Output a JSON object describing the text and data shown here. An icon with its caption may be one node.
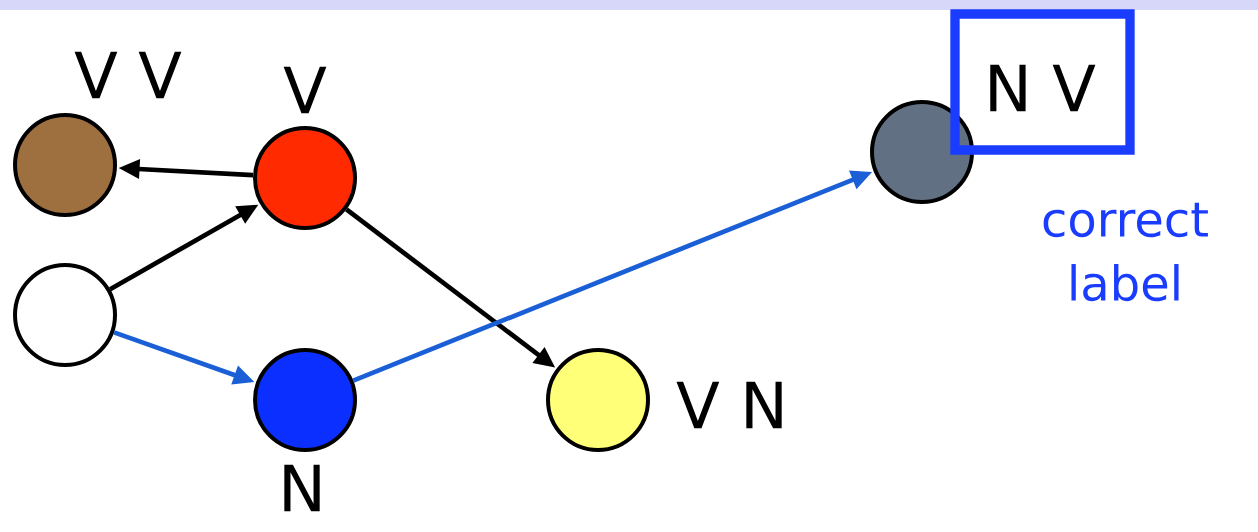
{
  "diagram": {
    "nodes": [
      {
        "text": [],
        "shape": "circle",
        "beside": [
          "V V"
        ]
      },
      {
        "text": [],
        "shape": "circle",
        "beside": [
          "V"
        ]
      },
      {
        "text": [],
        "shape": "circle"
      },
      {
        "text": [],
        "shape": "circle",
        "beside": [
          "N"
        ]
      },
      {
        "text": [],
        "shape": "circle",
        "beside": [
          "V N"
        ]
      },
      {
        "text": [],
        "shape": "circle",
        "beside": [
          "N V"
        ]
      }
    ],
    "edges": [
      {
        "from": 1,
        "to": 0,
        "arrow": "to"
      },
      {
        "from": 2,
        "to": 1,
        "arrow": "to"
      },
      {
        "from": 1,
        "to": 4,
        "arrow": "to"
      },
      {
        "from": 2,
        "to": 3,
        "arrow": "to",
        "color": "#1a5fd6"
      },
      {
        "from": 3,
        "to": 5,
        "arrow": "to",
        "color": "#1a5fd6"
      }
    ],
    "labels": [
      "correct label"
    ]
  }
}
